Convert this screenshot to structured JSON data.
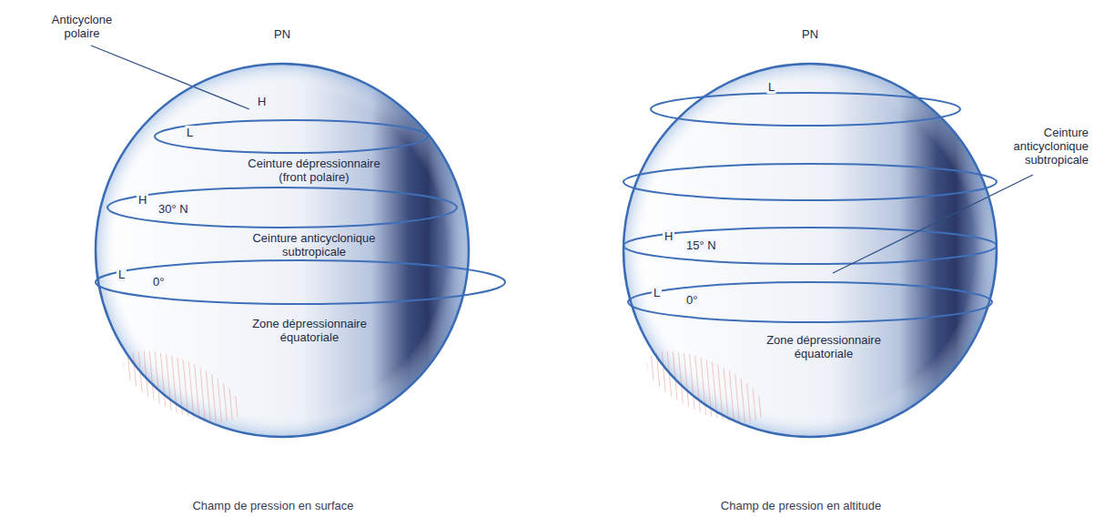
{
  "diagram": {
    "nodes": [
      {
        "text": [
          "Anticyclone polaire",
          "PN",
          "H",
          "L",
          "Ceinture dépressionnaire (front polaire)",
          "H",
          "30° N",
          "Ceinture anticyclonique subtropicale",
          "L",
          "0°",
          "Zone dépressionnaire équatoriale",
          "Champ de pression en surface"
        ]
      },
      {
        "text": [
          "PN",
          "L",
          "Ceinture anticyclonique subtropicale",
          "H",
          "15° N",
          "L",
          "0°",
          "Zone dépressionnaire équatoriale",
          "Champ de pression en altitude"
        ]
      }
    ]
  }
}
